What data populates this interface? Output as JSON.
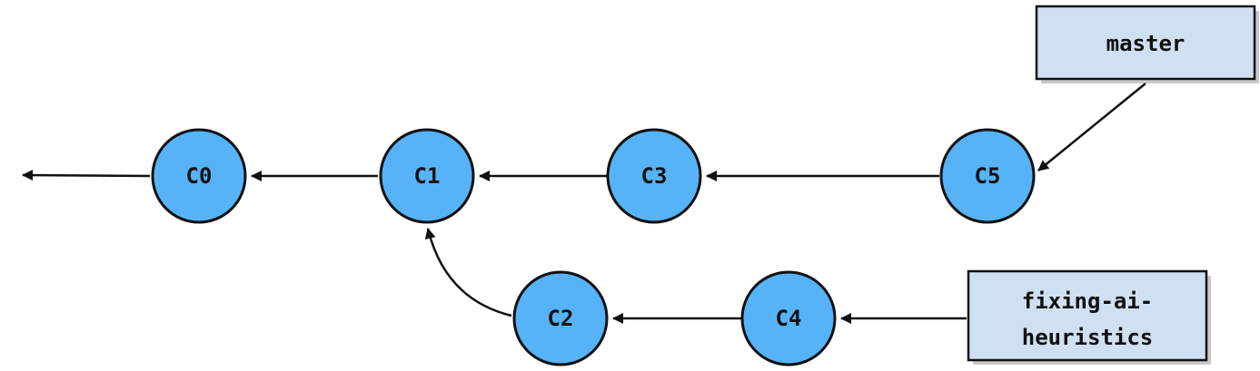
{
  "commits": [
    {
      "id": "c0",
      "label": "C0"
    },
    {
      "id": "c1",
      "label": "C1"
    },
    {
      "id": "c3",
      "label": "C3"
    },
    {
      "id": "c5",
      "label": "C5"
    },
    {
      "id": "c2",
      "label": "C2"
    },
    {
      "id": "c4",
      "label": "C4"
    }
  ],
  "branches": {
    "master": {
      "label": "master"
    },
    "fixing": {
      "label_line1": "fixing-ai-",
      "label_line2": "heuristics"
    }
  },
  "colors": {
    "commit_fill": "#56B3F8",
    "branch_fill": "#CFE0F2",
    "stroke": "#111111"
  }
}
